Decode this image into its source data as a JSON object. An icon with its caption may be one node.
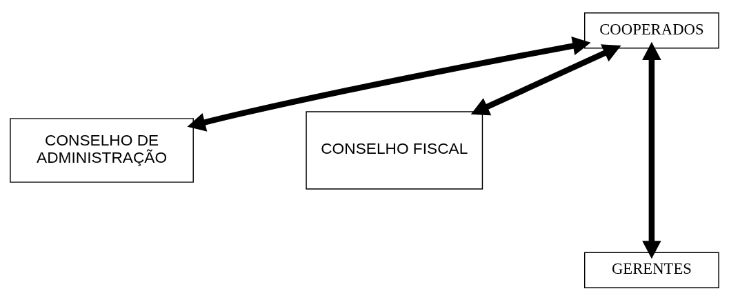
{
  "diagram": {
    "nodes": [
      {
        "text": [
          "COOPERADOS"
        ]
      },
      {
        "text": [
          "CONSELHO DE ADMINISTRAÇÃO"
        ]
      },
      {
        "text": [
          "CONSELHO FISCAL"
        ]
      },
      {
        "text": [
          "GERENTES"
        ]
      }
    ],
    "edges": [
      {
        "from": 0,
        "to": 1,
        "arrow": "both"
      },
      {
        "from": 0,
        "to": 3,
        "arrow": "both"
      },
      {
        "from": 0,
        "to": 2,
        "arrow": "both"
      }
    ]
  }
}
